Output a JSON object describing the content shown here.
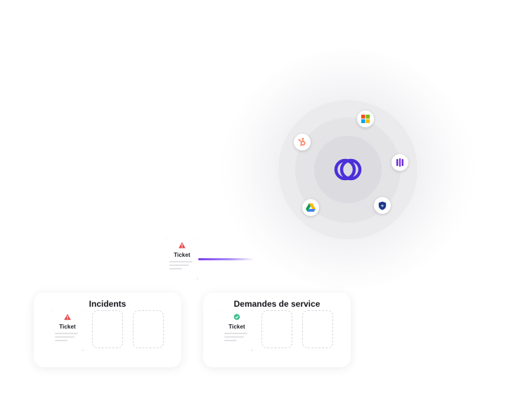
{
  "incoming_ticket": {
    "label": "Ticket",
    "status_icon": "warning-triangle-icon",
    "status_color": "#e5484d"
  },
  "hub": {
    "logo": "interlocked-rings-logo",
    "logo_color": "#4b2fd9",
    "integrations": [
      {
        "name": "microsoft-icon"
      },
      {
        "name": "hubspot-icon"
      },
      {
        "name": "bar-brand-icon"
      },
      {
        "name": "google-drive-icon"
      },
      {
        "name": "shield-icon"
      }
    ]
  },
  "connector_color": "#7c3aed",
  "panels": [
    {
      "title": "Incidents",
      "ticket_label": "Ticket",
      "status_icon": "warning-triangle-icon",
      "status_color": "#e5484d"
    },
    {
      "title": "Demandes de service",
      "ticket_label": "Ticket",
      "status_icon": "check-circle-icon",
      "status_color": "#3fbf8f"
    }
  ]
}
